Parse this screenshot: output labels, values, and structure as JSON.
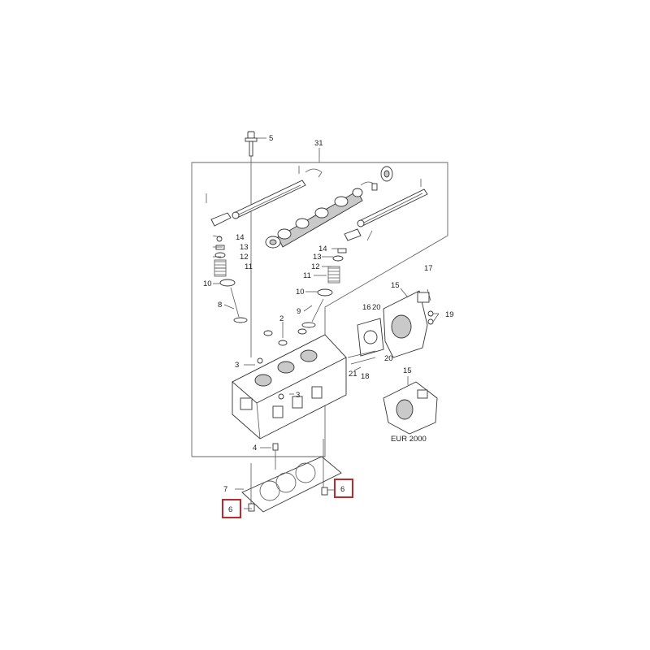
{
  "callouts": {
    "c2": "2",
    "c3a": "3",
    "c3b": "3",
    "c4": "4",
    "c5": "5",
    "c6a": "6",
    "c6b": "6",
    "c7": "7",
    "c8": "8",
    "c9": "9",
    "c10a": "10",
    "c10b": "10",
    "c11a": "11",
    "c11b": "11",
    "c12a": "12",
    "c12b": "12",
    "c13a": "13",
    "c13b": "13",
    "c14a": "14",
    "c14b": "14",
    "c15a": "15",
    "c15b": "15",
    "c16": "16",
    "c17": "17",
    "c18": "18",
    "c19": "19",
    "c20a": "20",
    "c20b": "20",
    "c21": "21",
    "c31": "31"
  },
  "variant_label": "EUR 2000",
  "highlight_color": "#c0282c"
}
